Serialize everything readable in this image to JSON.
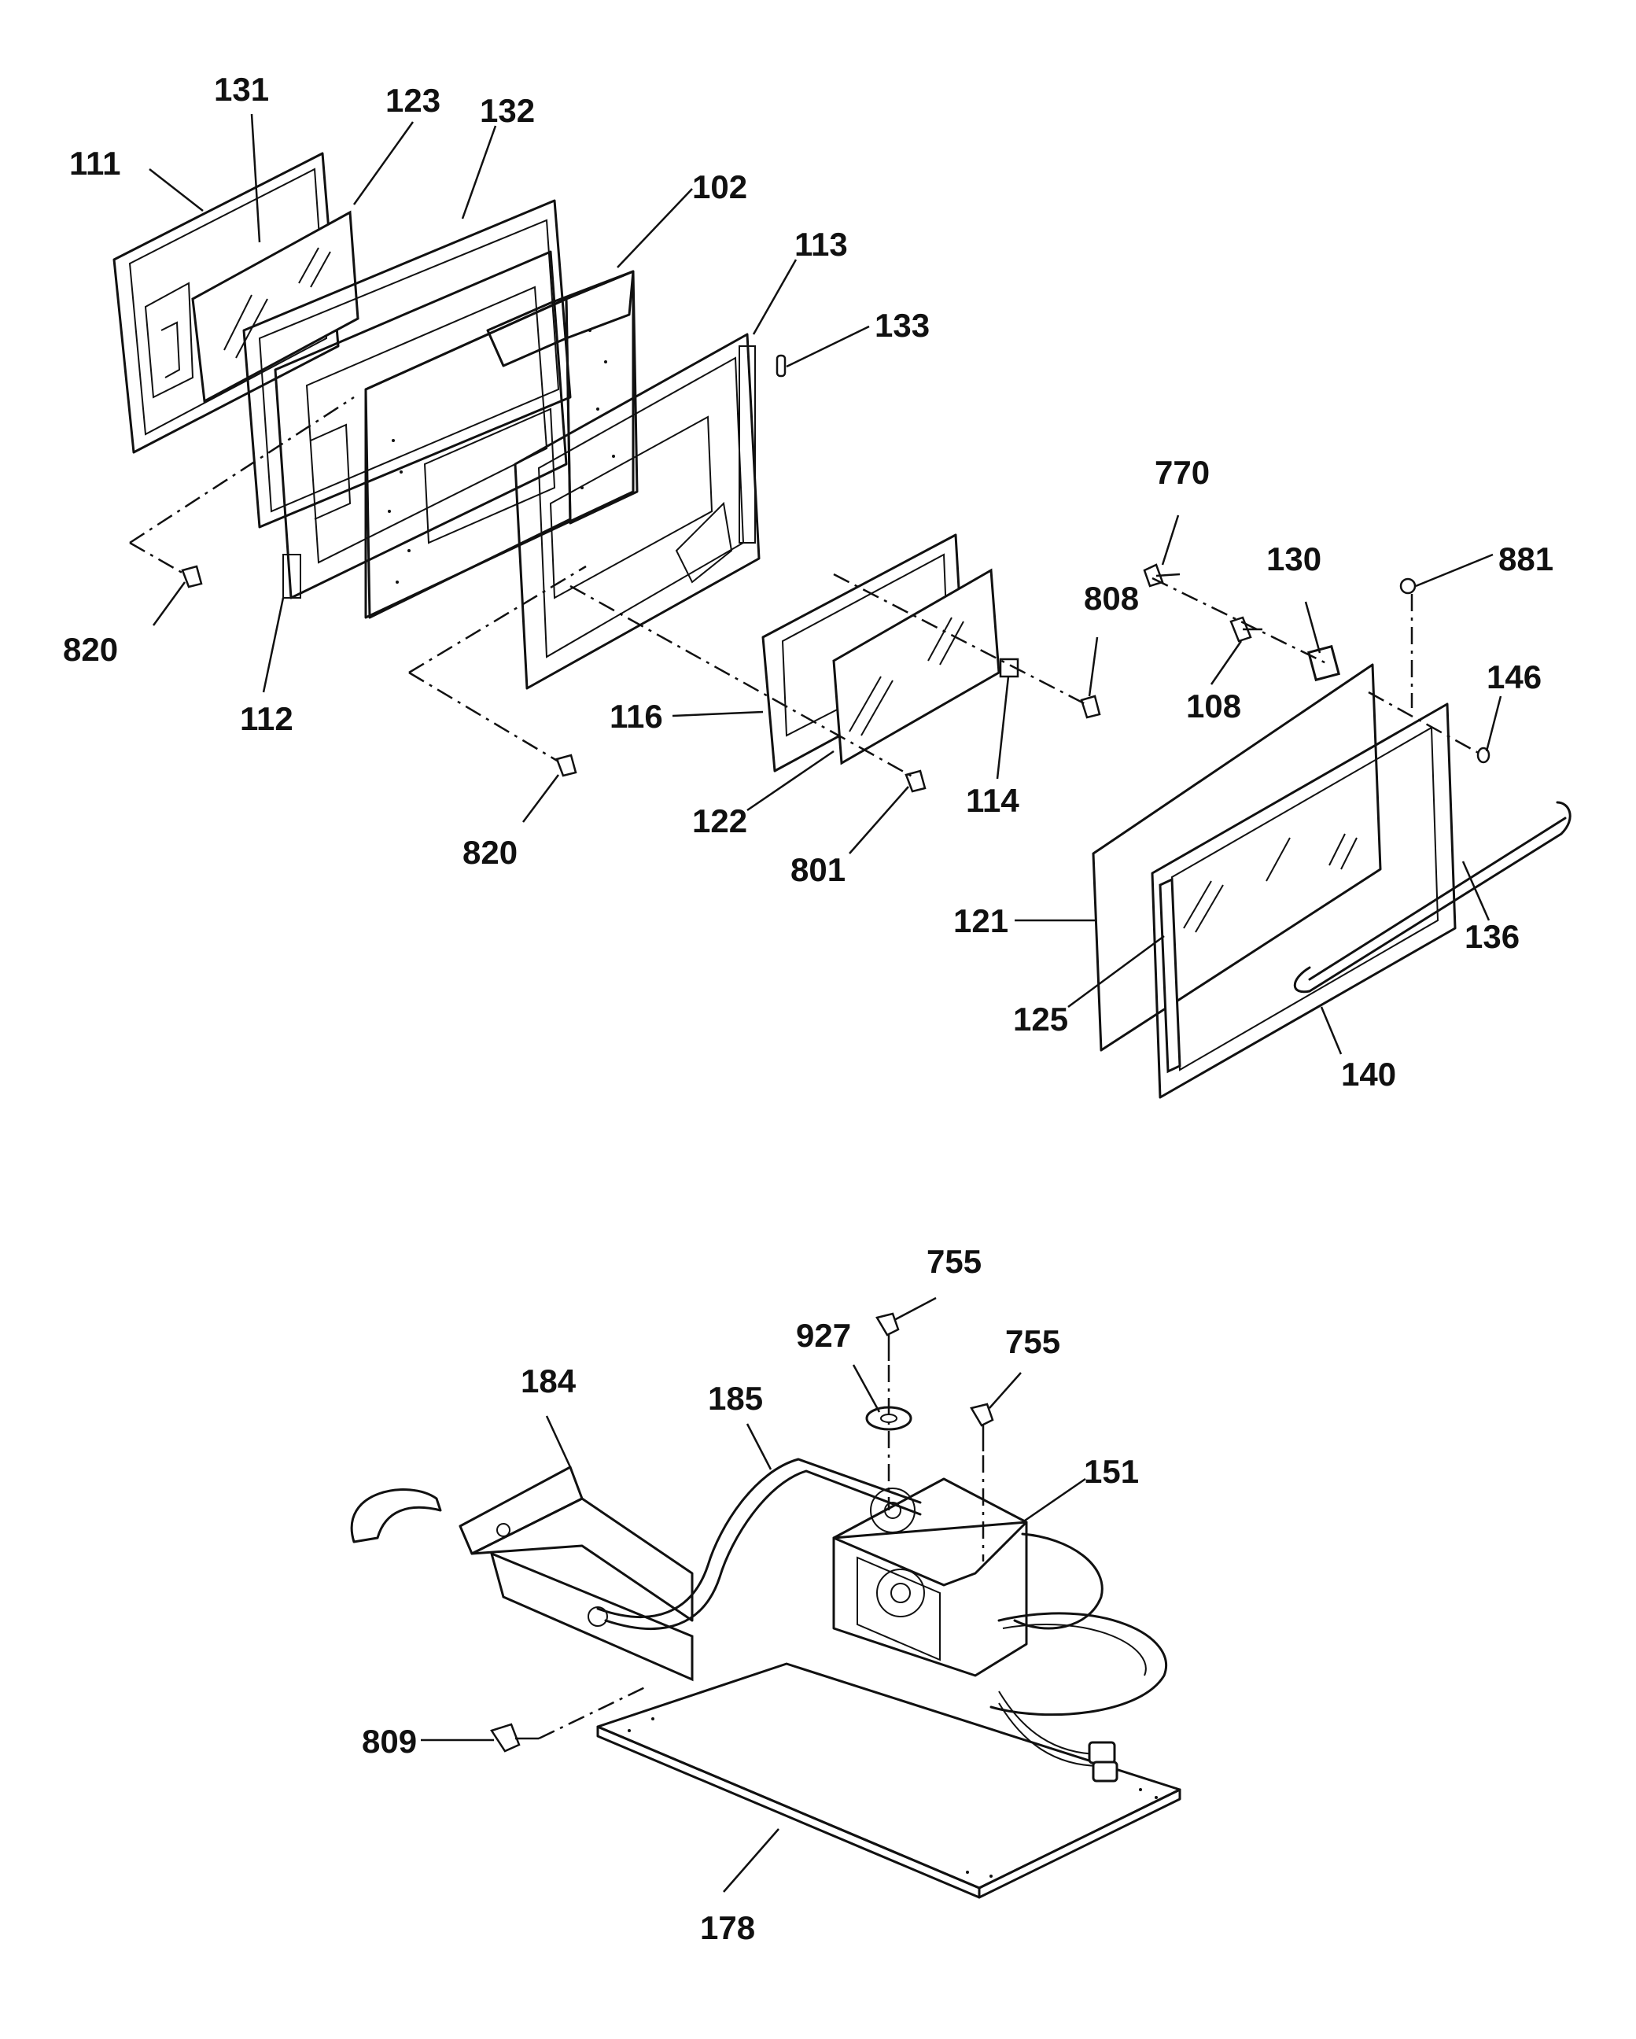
{
  "callouts": {
    "p111": "111",
    "p131": "131",
    "p123": "123",
    "p132": "132",
    "p102": "102",
    "p113": "113",
    "p133": "133",
    "p770": "770",
    "p130": "130",
    "p881": "881",
    "p808": "808",
    "p146": "146",
    "p108": "108",
    "p820a": "820",
    "p112": "112",
    "p116": "116",
    "p114": "114",
    "p122": "122",
    "p820b": "820",
    "p801": "801",
    "p121": "121",
    "p136": "136",
    "p125": "125",
    "p140": "140",
    "p755a": "755",
    "p927": "927",
    "p755b": "755",
    "p184": "184",
    "p185": "185",
    "p151": "151",
    "p809": "809",
    "p178": "178"
  }
}
